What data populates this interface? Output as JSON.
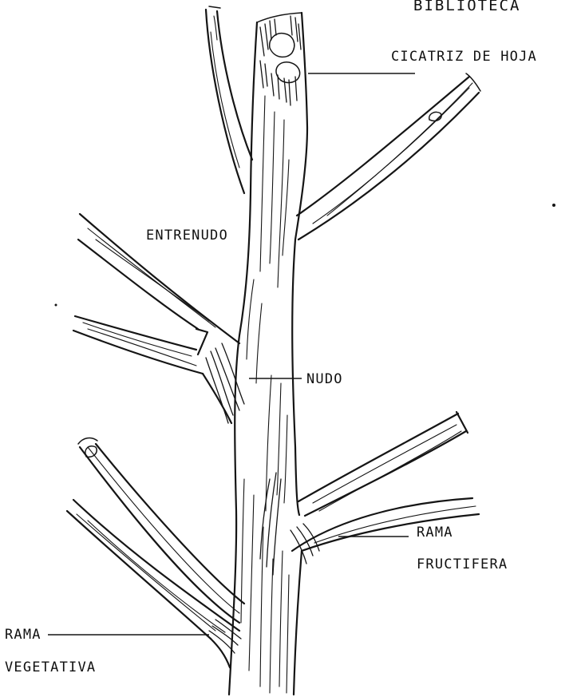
{
  "header_fragment": "BIBLIOTECA",
  "labels": {
    "leaf_scar": "CICATRIZ DE HOJA",
    "internode": "ENTRENUDO",
    "node": "NUDO",
    "fruiting_branch_line1": "RAMA",
    "fruiting_branch_line2": "FRUCTIFERA",
    "vegetative_branch_line1": "RAMA",
    "vegetative_branch_line2": "VEGETATIVA"
  },
  "colors": {
    "ink": "#151515",
    "paper": "#ffffff"
  }
}
